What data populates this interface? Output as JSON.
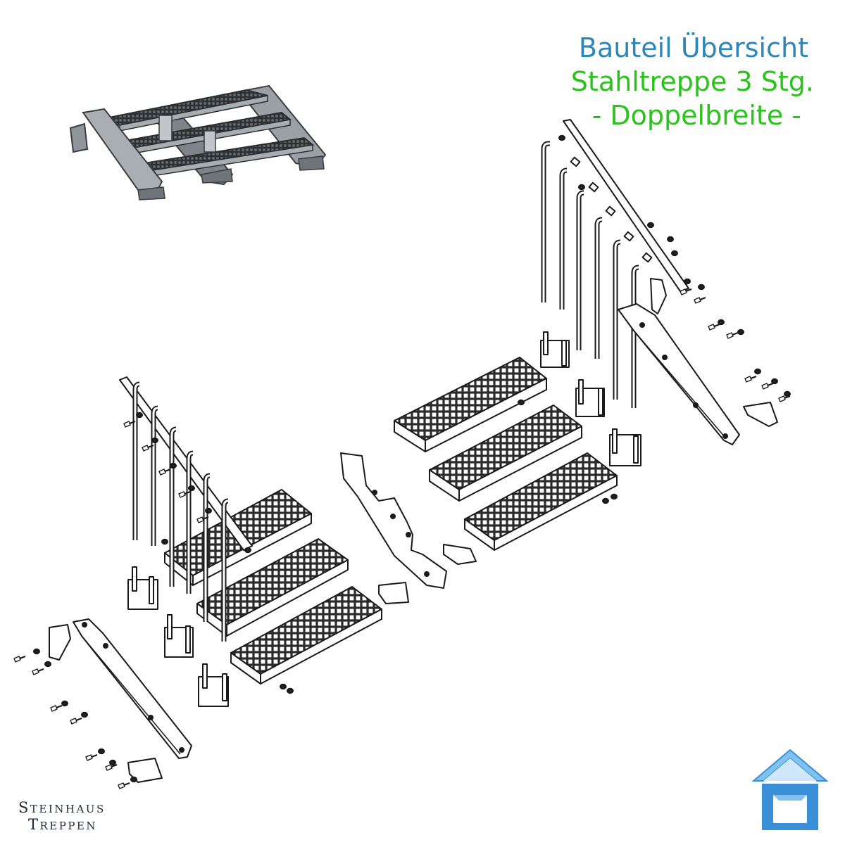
{
  "header": {
    "title": "Bauteil Übersicht",
    "subtitle": "Stahltreppe 3 Stg.",
    "variant": "- Doppelbreite -"
  },
  "brand": {
    "line1": "Steinhaus",
    "line2": "Treppen"
  },
  "colors": {
    "title": "#2e86b8",
    "subtitle": "#2cc21d",
    "line": "#1a1a1a",
    "preview_steel": "#8f949a",
    "preview_dark": "#3a3d40",
    "logo_blue": "#3b8fd6",
    "logo_light": "#7fc1f0",
    "brand_text": "#1f2a36"
  },
  "icons": {
    "logo": "house-outline-icon",
    "preview": "assembled-staircase-preview"
  }
}
